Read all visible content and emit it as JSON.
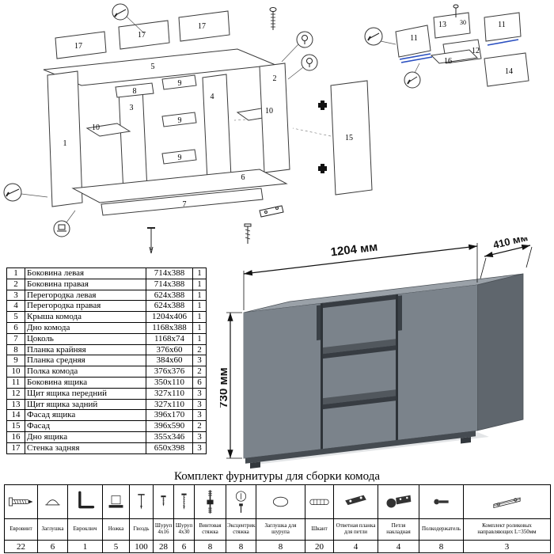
{
  "doc": {
    "hardware_title": "Комплект фурнитуры для сборки комода"
  },
  "dimensions": {
    "width": "1204 мм",
    "depth": "410 мм",
    "height": "730 мм"
  },
  "diagram": {
    "labels": {
      "p17a": "17",
      "p17b": "17",
      "p17c": "17",
      "p5": "5",
      "p1": "1",
      "p8": "8",
      "p3": "3",
      "p9a": "9",
      "p9b": "9",
      "p9c": "9",
      "p10a": "10",
      "p10b": "10",
      "p4": "4",
      "p2": "2",
      "p6": "6",
      "p7": "7",
      "p15": "15",
      "p11a": "11",
      "p11b": "11",
      "p12": "12",
      "p13": "13",
      "p14": "14",
      "p16": "16",
      "note30": "30"
    }
  },
  "parts": {
    "rows": [
      {
        "num": "1",
        "name": "Боковина левая",
        "size": "714x388",
        "qty": "1"
      },
      {
        "num": "2",
        "name": "Боковина правая",
        "size": "714x388",
        "qty": "1"
      },
      {
        "num": "3",
        "name": "Перегородка левая",
        "size": "624x388",
        "qty": "1"
      },
      {
        "num": "4",
        "name": "Перегородка правая",
        "size": "624x388",
        "qty": "1"
      },
      {
        "num": "5",
        "name": "Крыша комода",
        "size": "1204x406",
        "qty": "1"
      },
      {
        "num": "6",
        "name": "Дно комода",
        "size": "1168x388",
        "qty": "1"
      },
      {
        "num": "7",
        "name": "Цоколь",
        "size": "1168x74",
        "qty": "1"
      },
      {
        "num": "8",
        "name": "Планка крайняя",
        "size": "376x60",
        "qty": "2"
      },
      {
        "num": "9",
        "name": "Планка средняя",
        "size": "384x60",
        "qty": "3"
      },
      {
        "num": "10",
        "name": "Полка комода",
        "size": "376x376",
        "qty": "2"
      },
      {
        "num": "11",
        "name": "Боковина ящика",
        "size": "350x110",
        "qty": "6"
      },
      {
        "num": "12",
        "name": "Щит ящика передний",
        "size": "327x110",
        "qty": "3"
      },
      {
        "num": "13",
        "name": "Щит ящика задний",
        "size": "327x110",
        "qty": "3"
      },
      {
        "num": "14",
        "name": "Фасад ящика",
        "size": "396x170",
        "qty": "3"
      },
      {
        "num": "15",
        "name": "Фасад",
        "size": "396x590",
        "qty": "2"
      },
      {
        "num": "16",
        "name": "Дно ящика",
        "size": "355x346",
        "qty": "3"
      },
      {
        "num": "17",
        "name": "Стенка задняя",
        "size": "650x398",
        "qty": "3"
      }
    ]
  },
  "hardware": {
    "items": [
      {
        "icon": "euro-screw",
        "label": "Евровинт",
        "qty": "22"
      },
      {
        "icon": "cap",
        "label": "Заглушка",
        "qty": "6"
      },
      {
        "icon": "hex-key",
        "label": "Евроключ",
        "qty": "1"
      },
      {
        "icon": "leg",
        "label": "Ножка",
        "qty": "5"
      },
      {
        "icon": "nail",
        "label": "Гвоздь",
        "qty": "100"
      },
      {
        "icon": "screw-4x16",
        "label": "Шуруп 4x16",
        "qty": "28"
      },
      {
        "icon": "screw-4x30",
        "label": "Шуруп 4x30",
        "qty": "6"
      },
      {
        "icon": "bolt-tie",
        "label": "Винтовая стяжка",
        "qty": "8"
      },
      {
        "icon": "eccentric",
        "label": "Эксцентрик. стяжка",
        "qty": "8"
      },
      {
        "icon": "screw-plug",
        "label": "Заглушка для шурупа",
        "qty": "8"
      },
      {
        "icon": "dowel",
        "label": "Шкант",
        "qty": "20"
      },
      {
        "icon": "strike-plate",
        "label": "Ответная планка для петли",
        "qty": "4"
      },
      {
        "icon": "hinge",
        "label": "Петля накладная",
        "qty": "4"
      },
      {
        "icon": "shelf-pin",
        "label": "Полкодержатель",
        "qty": "8"
      },
      {
        "icon": "rail-kit",
        "label": "Комплект роликовых направляющих L=350мм",
        "qty": "3"
      }
    ]
  }
}
